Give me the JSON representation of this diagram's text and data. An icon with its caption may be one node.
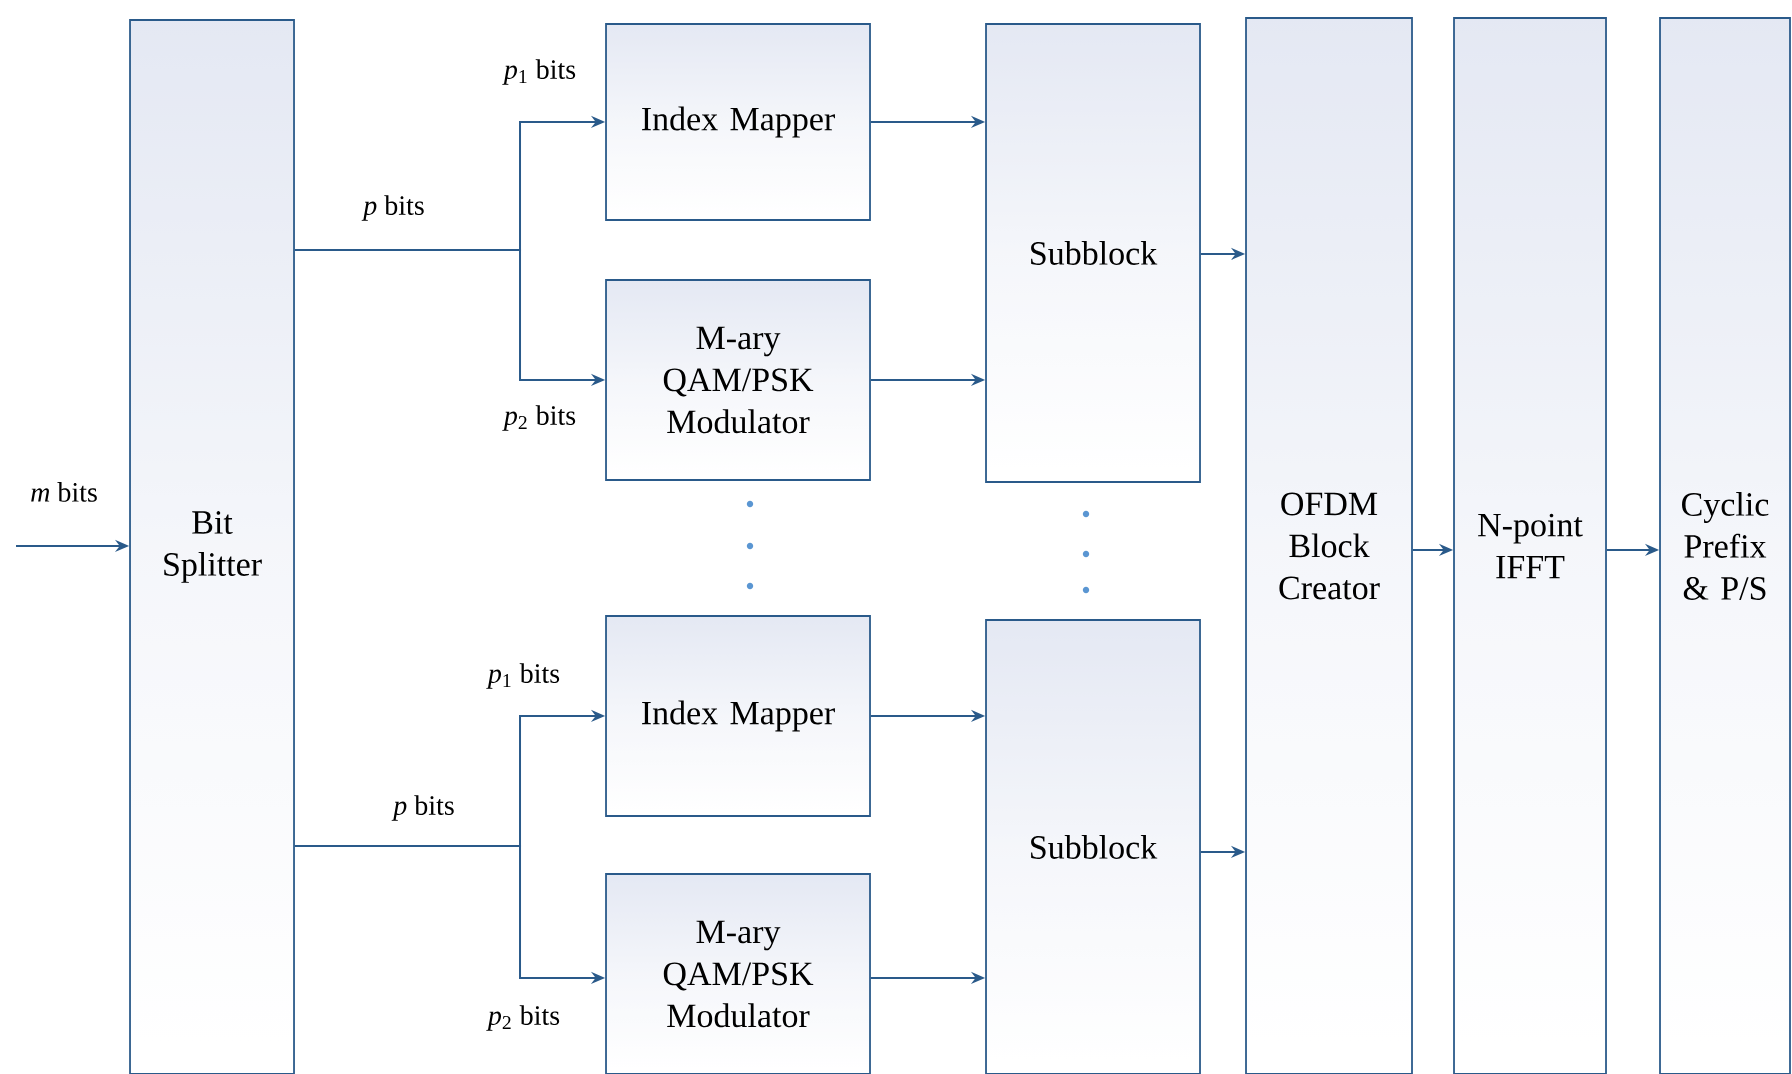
{
  "diagram": {
    "nodes": [
      {
        "text": [
          "Bit Splitter"
        ]
      },
      {
        "text": [
          "Index Mapper"
        ]
      },
      {
        "text": [
          "M-ary QAM/PSK Modulator"
        ]
      },
      {
        "text": [
          "Subblock"
        ]
      },
      {
        "text": [
          "Index Mapper"
        ]
      },
      {
        "text": [
          "M-ary QAM/PSK Modulator"
        ]
      },
      {
        "text": [
          "Subblock"
        ]
      },
      {
        "text": [
          "OFDM Block Creator"
        ]
      },
      {
        "text": [
          "N-point IFFT"
        ]
      },
      {
        "text": [
          "Cyclic Prefix & P/S"
        ]
      }
    ],
    "edges": [
      {
        "from": null,
        "to": 0,
        "arrow": "to",
        "label": "*m* bits"
      },
      {
        "from": 0,
        "to": 1,
        "arrow": "to",
        "label": "*p*$_{1}$ bits"
      },
      {
        "from": 0,
        "to": 2,
        "arrow": "to",
        "label": "*p*$_{2}$ bits"
      },
      {
        "from": 0,
        "to": 4,
        "arrow": "to",
        "label": "*p*$_{1}$ bits"
      },
      {
        "from": 0,
        "to": 5,
        "arrow": "to",
        "label": "*p*$_{2}$ bits"
      },
      {
        "from": 1,
        "to": 3,
        "arrow": "to"
      },
      {
        "from": 2,
        "to": 3,
        "arrow": "to"
      },
      {
        "from": 4,
        "to": 6,
        "arrow": "to"
      },
      {
        "from": 5,
        "to": 6,
        "arrow": "to"
      },
      {
        "from": 3,
        "to": 7,
        "arrow": "to"
      },
      {
        "from": 6,
        "to": 7,
        "arrow": "to"
      },
      {
        "from": 7,
        "to": 8,
        "arrow": "to"
      },
      {
        "from": 8,
        "to": 9,
        "arrow": "to"
      }
    ],
    "labels": [
      "*p* bits",
      "*p* bits"
    ]
  }
}
